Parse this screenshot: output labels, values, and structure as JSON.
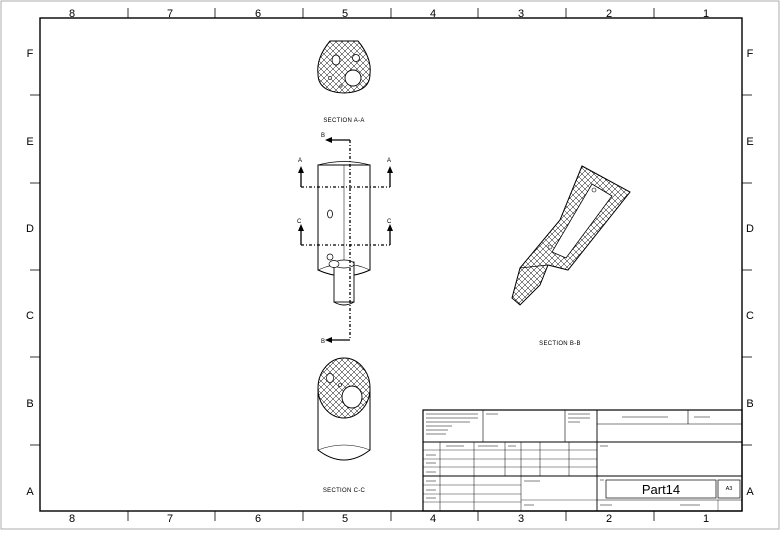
{
  "sheet": {
    "zones_columns": [
      "8",
      "7",
      "6",
      "5",
      "4",
      "3",
      "2",
      "1"
    ],
    "zones_rows": [
      "F",
      "E",
      "D",
      "C",
      "B",
      "A"
    ]
  },
  "views": {
    "section_a": "SECTION A-A",
    "section_b": "SECTION B-B",
    "section_c": "SECTION C-C",
    "cut_a": "A",
    "cut_b": "B",
    "cut_c": "C"
  },
  "title_block": {
    "part_name": "Part14",
    "sheet_size": "A3"
  },
  "colors": {
    "line": "#000000",
    "background": "#ffffff"
  }
}
